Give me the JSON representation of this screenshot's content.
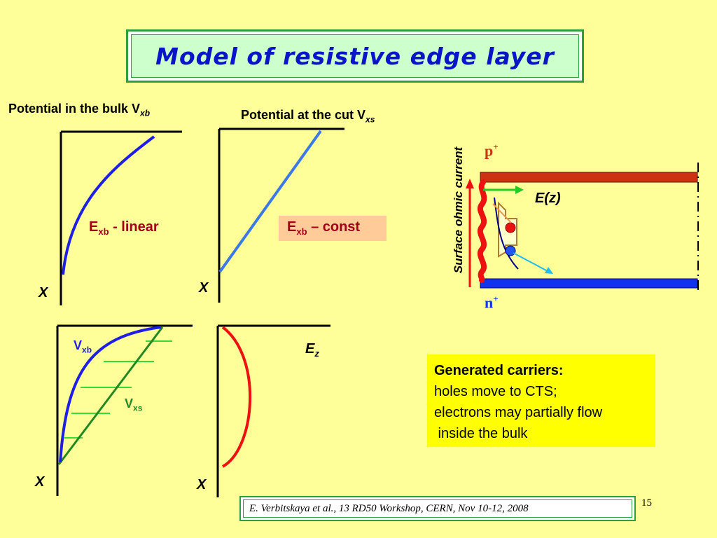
{
  "title": "Model of resistive edge layer",
  "panels": {
    "bulk": {
      "title_main": "Potential in the bulk V",
      "title_sub": "xb",
      "x_label": "X",
      "e_label_main": "E",
      "e_label_sub": "xb",
      "e_label_rest": " - linear"
    },
    "cut": {
      "title_main": "Potential at the cut V",
      "title_sub": "xs",
      "x_label": "X",
      "e_label_main": "E",
      "e_label_sub": "xb",
      "e_label_rest": " – const"
    },
    "compare": {
      "x_label": "X",
      "vxb_main": "V",
      "vxb_sub": "xb",
      "vxs_main": "V",
      "vxs_sub": "xs"
    },
    "field": {
      "x_label": "X",
      "ez_main": "E",
      "ez_sub": "z"
    }
  },
  "edge_diagram": {
    "surface_label": "Surface ohmic current",
    "p_main": "p",
    "p_sup": "+",
    "n_main": "n",
    "n_sup": "+",
    "field_label": "E(z)"
  },
  "carriers": {
    "title": "Generated carriers:",
    "line1": "holes move to CTS;",
    "line2": "electrons may partially flow",
    "line3": " inside the bulk"
  },
  "reference": "E. Verbitskaya et al., 13 RD50 Workshop, CERN, Nov 10-12, 2008",
  "page_number": "15",
  "colors": {
    "title_text": "#0a14c8",
    "frame_green": "#2e9e3e",
    "background": "#ffff99",
    "curve_blue": "#1e1ee6",
    "line_light_blue": "#3c78e6",
    "ez_red": "#ee1111",
    "p_plus": "#cc3311",
    "n_plus": "#1133ee"
  }
}
